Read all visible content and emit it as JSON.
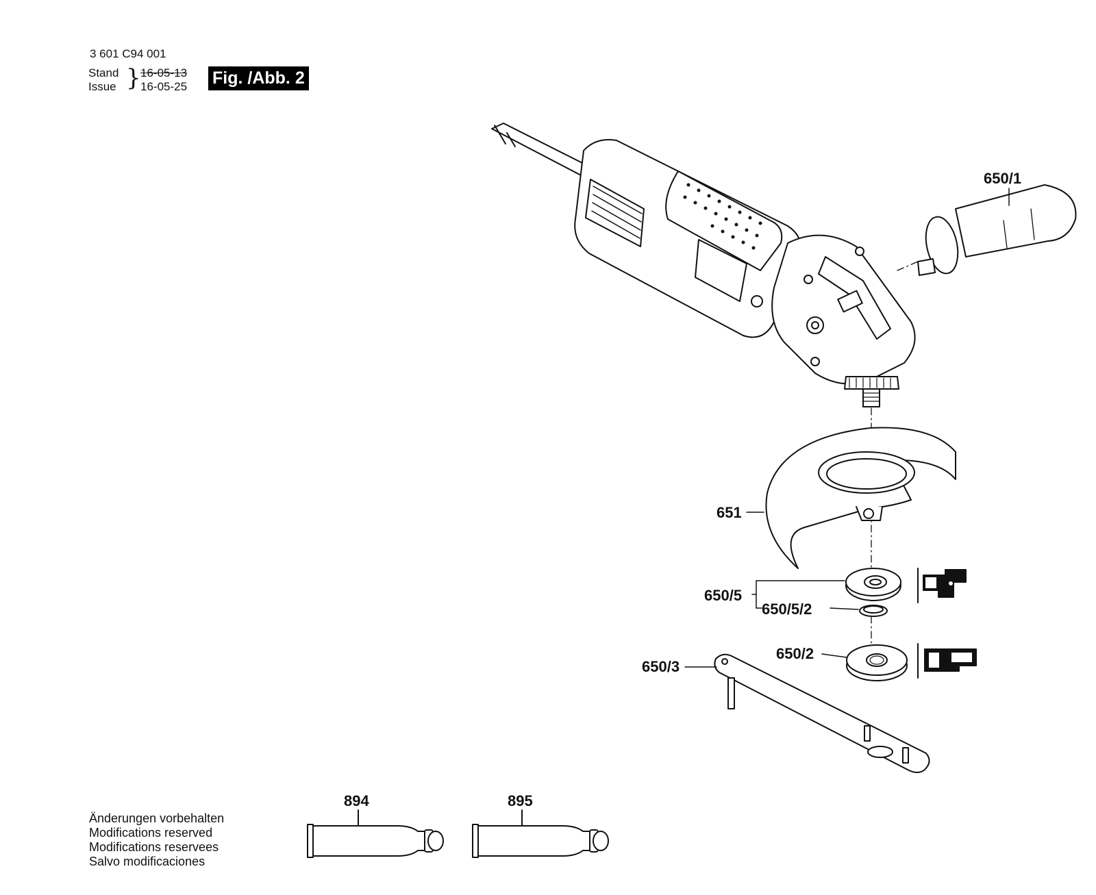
{
  "header": {
    "part_number": "3 601 C94 001",
    "stand_label": "Stand",
    "issue_label": "Issue",
    "stand_date": "16-05-13",
    "issue_date": "16-05-25",
    "figure_badge": "Fig. /Abb. 2"
  },
  "footer_notes": [
    "Änderungen vorbehalten",
    "Modifications reserved",
    "Modifications reservees",
    "Salvo modificaciones"
  ],
  "callouts": {
    "side_handle": "650/1",
    "guard": "651",
    "mounting_flange": "650/5",
    "o_ring": "650/5/2",
    "clamping_nut": "650/2",
    "pin_spanner": "650/3",
    "tube_894": "894",
    "tube_895": "895"
  }
}
